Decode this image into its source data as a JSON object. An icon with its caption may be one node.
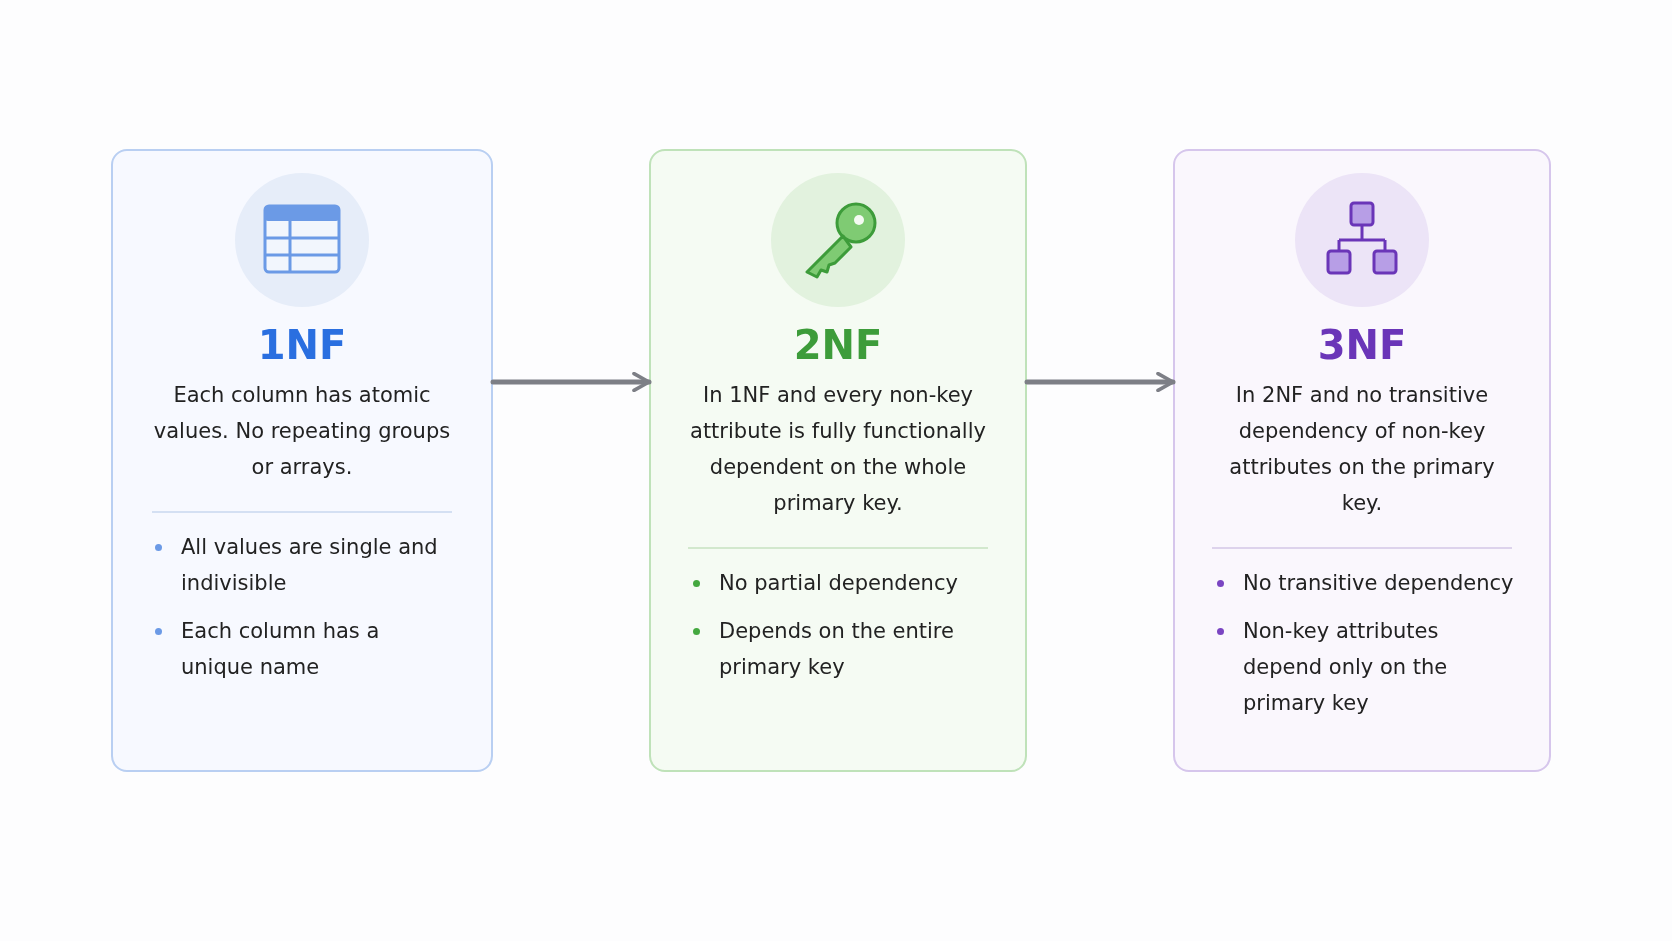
{
  "diagram": {
    "nodes": [
      {
        "text": [
          "1NF",
          "Each column has atomic values. No repeating groups or arrays.",
          "All values are single and indivisible",
          "Each column has a unique name"
        ]
      },
      {
        "text": [
          "2NF",
          "In 1NF and every non-key attribute is fully functionally dependent on the whole primary key.",
          "No partial dependency",
          "Depends on the entire primary key"
        ]
      },
      {
        "text": [
          "3NF",
          "In 2NF and no transitive dependency of non-key attributes on the primary key.",
          "No transitive dependency",
          "Non-key attributes depend only on the primary key"
        ]
      }
    ],
    "edges": [
      {
        "from": 0,
        "to": 1,
        "arrow": "to"
      },
      {
        "from": 1,
        "to": 2,
        "arrow": "to"
      }
    ]
  }
}
